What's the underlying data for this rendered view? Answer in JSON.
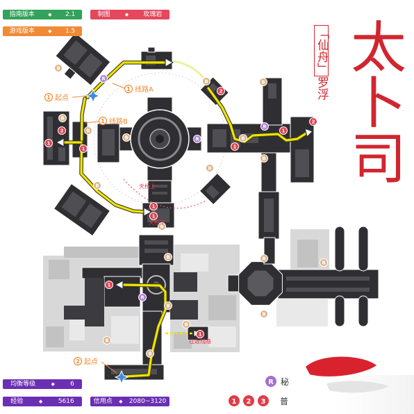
{
  "header": {
    "guide_version": {
      "label": "指南版本",
      "sep": "◆",
      "value": "2.1"
    },
    "cartographer": {
      "label": "制图",
      "sep": "◆",
      "value": "玫瑰岩"
    },
    "game_version": {
      "label": "游戏版本",
      "sep": "◆",
      "value": "1.5"
    }
  },
  "title": "太卜司",
  "stamp": {
    "bracketed": "「仙舟」",
    "rest": "罗浮"
  },
  "map": {
    "labels": {
      "start_1": {
        "num": "1",
        "text": "起点"
      },
      "route_a": {
        "num": "1",
        "text": "线路A"
      },
      "route_b": {
        "num": "1",
        "text": "线路B"
      },
      "bridge_upper": "天桥上",
      "bridge_lower": "天桥下",
      "start_2": {
        "num": "2",
        "text": "起点"
      },
      "round_trip": "往返线路"
    },
    "markers": {
      "red": [
        "2",
        "1",
        "1",
        "2",
        "1",
        "1",
        "2",
        "1",
        "1",
        "1",
        "1"
      ],
      "b": [
        "B",
        "B",
        "B",
        "B",
        "B",
        "B",
        "B",
        "B",
        "B",
        "B",
        "B",
        "B",
        "B",
        "B",
        "B",
        "B",
        "B",
        "B",
        "B"
      ],
      "r": [
        "R",
        "R",
        "R",
        "R"
      ]
    }
  },
  "stats": {
    "equilibrium": {
      "label": "均衡等级",
      "sep": "◆",
      "value": "6"
    },
    "exp": {
      "label": "经验",
      "sep": "◆",
      "value": "5616"
    },
    "credits": {
      "label": "信用点",
      "sep": "◆",
      "value": "2080~3120"
    }
  },
  "legend": {
    "r_symbol": "R",
    "r_text": "秘",
    "numbers": [
      "1",
      "2",
      "3"
    ],
    "numbers_text": "普"
  },
  "icons": {
    "start_point": "sparkle-icon",
    "route_arrow": "arrowhead-icon"
  },
  "colors": {
    "title_red": "#d1262f",
    "route_yellow": "#f0e400",
    "badge_green": "#33a25a",
    "badge_red": "#e5475d",
    "badge_orange": "#f08a35",
    "badge_purple": "#6b2fb3",
    "marker_red": "#e2414e",
    "marker_tan": "#dcb48a",
    "marker_purple": "#b07fd8",
    "start_blue": "#3b8de0",
    "room_dark": "#2f2f33"
  }
}
